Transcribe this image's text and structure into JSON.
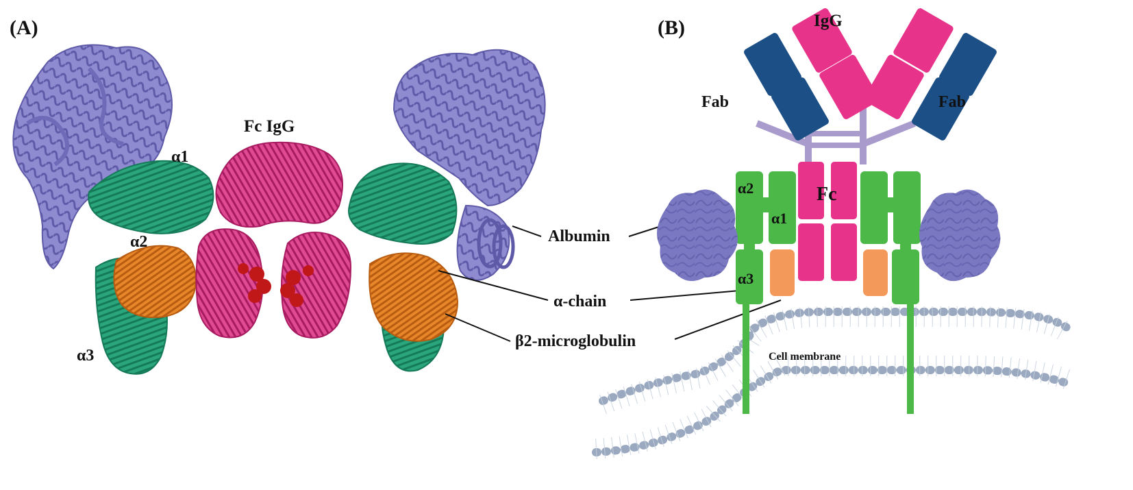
{
  "panel_a": {
    "title": "(A)",
    "fc_label": "Fc IgG",
    "alpha1": "α1",
    "alpha2": "α2",
    "alpha3": "α3"
  },
  "callouts": {
    "albumin": "Albumin",
    "alpha_chain": "α-chain",
    "b2m": "β2-microglobulin"
  },
  "panel_b": {
    "title": "(B)",
    "igg": "IgG",
    "fab_left": "Fab",
    "fab_right": "Fab",
    "fc": "Fc",
    "alpha1": "α1",
    "alpha2": "α2",
    "alpha3": "α3",
    "membrane": "Cell membrane"
  },
  "colors": {
    "albumin": "#7b78c2",
    "alpha_chain": "#1f9a72",
    "b2m": "#e07a1f",
    "fc_igg": "#d6307f",
    "fab_heavy": "#e8338a",
    "fab_light": "#1c4f86",
    "fcrn_green": "#4cb848",
    "b2m_box": "#f39a5a",
    "membrane": "#9aa9bf"
  }
}
